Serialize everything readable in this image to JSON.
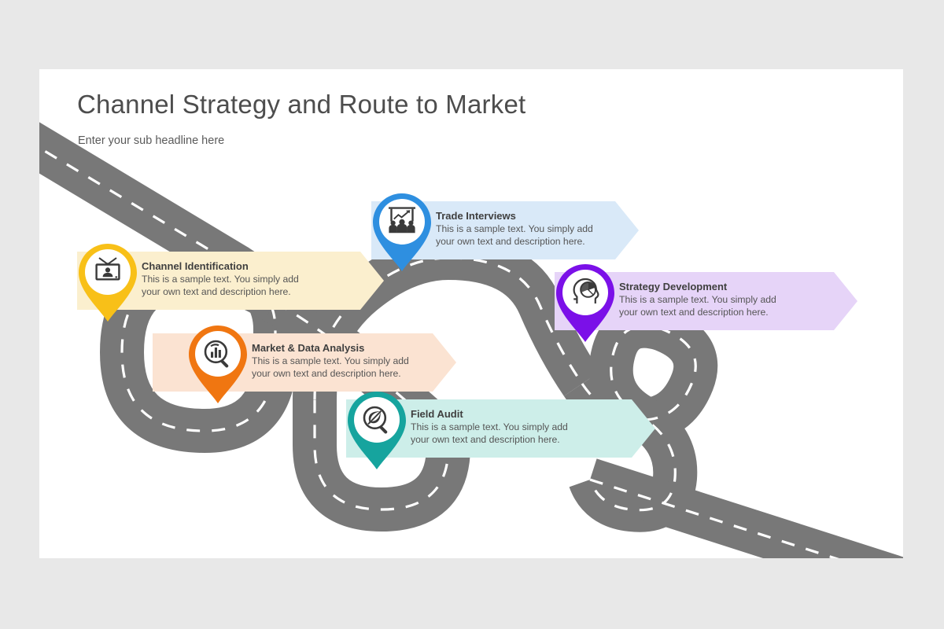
{
  "slide": {
    "title": "Channel Strategy and Route to Market",
    "subtitle": "Enter your sub headline here",
    "background_color": "#e8e8e8",
    "surface_color": "#ffffff",
    "road_color": "#787878",
    "road_dash_color": "#ffffff"
  },
  "steps": [
    {
      "id": "channel-identification",
      "title": "Channel Identification",
      "desc_line1": "This is a sample text. You simply add",
      "desc_line2": "your own text and description here.",
      "icon": "television-icon",
      "pin_color": "#F8C018",
      "banner_color": "#FBEFCE"
    },
    {
      "id": "trade-interviews",
      "title": "Trade Interviews",
      "desc_line1": "This is a sample text. You simply add",
      "desc_line2": "your own text and description here.",
      "icon": "presentation-people-icon",
      "pin_color": "#2E8FE0",
      "banner_color": "#D9E9F8"
    },
    {
      "id": "market-data-analysis",
      "title": "Market & Data Analysis",
      "desc_line1": "This is a sample text. You simply add",
      "desc_line2": "your own text and description here.",
      "icon": "magnifier-bar-chart-icon",
      "pin_color": "#F07611",
      "banner_color": "#FBE3D2"
    },
    {
      "id": "strategy-development",
      "title": "Strategy Development",
      "desc_line1": "This is a sample text. You simply add",
      "desc_line2": "your own text and description here.",
      "icon": "head-pie-chart-icon",
      "pin_color": "#7B10E8",
      "banner_color": "#E6D4F8"
    },
    {
      "id": "field-audit",
      "title": "Field Audit",
      "desc_line1": "This is a sample text. You simply add",
      "desc_line2": "your own text and description here.",
      "icon": "magnifier-leaf-icon",
      "pin_color": "#16A49E",
      "banner_color": "#CDEEE9"
    }
  ]
}
